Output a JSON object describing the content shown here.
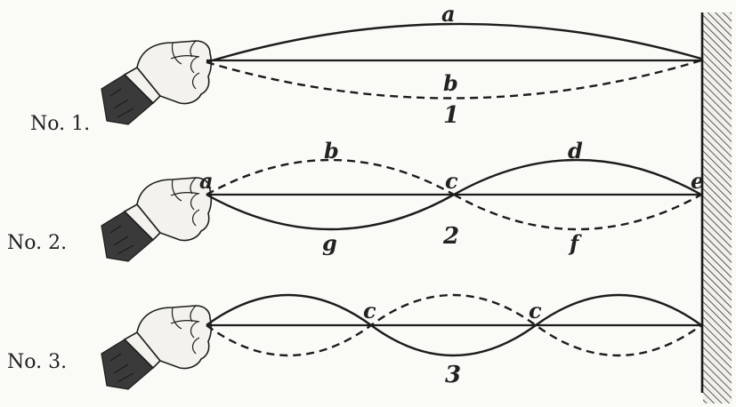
{
  "rows": [
    {
      "label": "No. 1.",
      "number": "1",
      "letters": [
        "a",
        "b"
      ]
    },
    {
      "label": "No. 2.",
      "number": "2",
      "letters": [
        "a",
        "b",
        "c",
        "d",
        "e",
        "f",
        "g"
      ]
    },
    {
      "label": "No. 3.",
      "number": "3",
      "letters": [
        "c",
        "c"
      ]
    }
  ],
  "wall": {
    "color": "#1c1c1c"
  }
}
